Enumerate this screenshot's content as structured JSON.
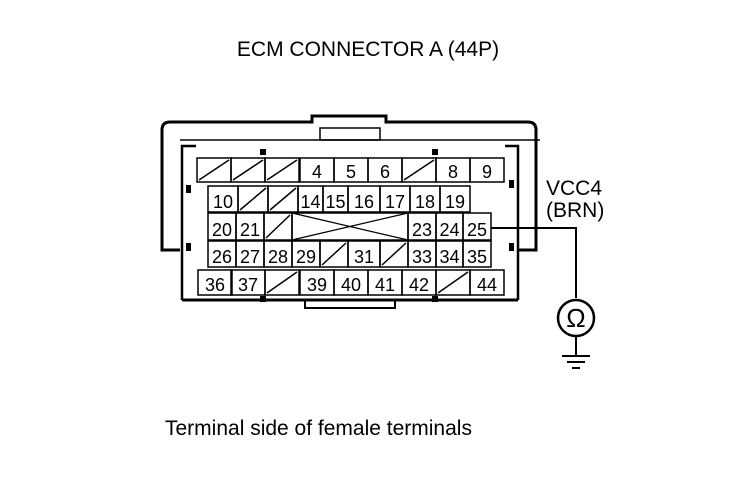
{
  "title": "ECM CONNECTOR A (44P)",
  "caption": "Terminal side of female terminals",
  "signal_name": "VCC4",
  "wire_color": "(BRN)",
  "meter_symbol": "Ω",
  "terminals": {
    "row1": [
      {
        "n": ""
      },
      {
        "n": ""
      },
      {
        "n": ""
      },
      {
        "n": "4"
      },
      {
        "n": "5"
      },
      {
        "n": "6"
      },
      {
        "n": ""
      },
      {
        "n": "8"
      },
      {
        "n": "9"
      }
    ],
    "row2": [
      {
        "n": "10"
      },
      {
        "n": ""
      },
      {
        "n": ""
      },
      {
        "n": "14"
      },
      {
        "n": "15"
      },
      {
        "n": "16"
      },
      {
        "n": "17"
      },
      {
        "n": "18"
      },
      {
        "n": "19"
      }
    ],
    "row3": [
      {
        "n": "20"
      },
      {
        "n": "21"
      },
      {
        "n": ""
      },
      {
        "n": "23"
      },
      {
        "n": "24"
      },
      {
        "n": "25"
      }
    ],
    "row4": [
      {
        "n": "26"
      },
      {
        "n": "27"
      },
      {
        "n": "28"
      },
      {
        "n": "29"
      },
      {
        "n": ""
      },
      {
        "n": "31"
      },
      {
        "n": ""
      },
      {
        "n": "33"
      },
      {
        "n": "34"
      },
      {
        "n": "35"
      }
    ],
    "row5": [
      {
        "n": "36"
      },
      {
        "n": "37"
      },
      {
        "n": ""
      },
      {
        "n": "39"
      },
      {
        "n": "40"
      },
      {
        "n": "41"
      },
      {
        "n": "42"
      },
      {
        "n": ""
      },
      {
        "n": "44"
      }
    ]
  },
  "colors": {
    "line": "#000000",
    "background": "#ffffff"
  }
}
